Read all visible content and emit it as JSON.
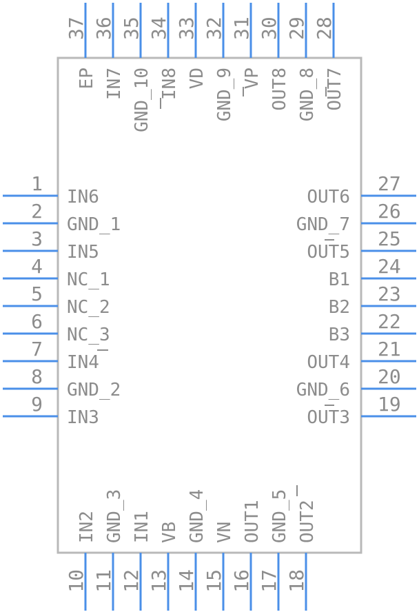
{
  "component": {
    "left_pins": [
      {
        "number": "1",
        "label": "IN6"
      },
      {
        "number": "2",
        "label": "GND_1"
      },
      {
        "number": "3",
        "label": "IN5"
      },
      {
        "number": "4",
        "label": "NC_1"
      },
      {
        "number": "5",
        "label": "NC_2"
      },
      {
        "number": "6",
        "label": "NC_3"
      },
      {
        "number": "7",
        "label": "IN4"
      },
      {
        "number": "8",
        "label": "GND_2"
      },
      {
        "number": "9",
        "label": "IN3"
      }
    ],
    "bottom_pins": [
      {
        "number": "10",
        "label": "IN2"
      },
      {
        "number": "11",
        "label": "GND_3"
      },
      {
        "number": "12",
        "label": "IN1"
      },
      {
        "number": "13",
        "label": "VB"
      },
      {
        "number": "14",
        "label": "GND_4"
      },
      {
        "number": "15",
        "label": "VN"
      },
      {
        "number": "16",
        "label": "OUT1"
      },
      {
        "number": "17",
        "label": "GND_5"
      },
      {
        "number": "18",
        "label": "OUT2"
      }
    ],
    "right_pins": [
      {
        "number": "19",
        "label": "OUT3"
      },
      {
        "number": "20",
        "label": "GND_6"
      },
      {
        "number": "21",
        "label": "OUT4"
      },
      {
        "number": "22",
        "label": "B3"
      },
      {
        "number": "23",
        "label": "B2"
      },
      {
        "number": "24",
        "label": "B1"
      },
      {
        "number": "25",
        "label": "OUT5"
      },
      {
        "number": "26",
        "label": "GND_7"
      },
      {
        "number": "27",
        "label": "OUT6"
      }
    ],
    "top_pins": [
      {
        "number": "28",
        "label": "OUT7"
      },
      {
        "number": "29",
        "label": "GND_8"
      },
      {
        "number": "30",
        "label": "OUT8"
      },
      {
        "number": "31",
        "label": "VP"
      },
      {
        "number": "32",
        "label": "GND_9"
      },
      {
        "number": "33",
        "label": "VD"
      },
      {
        "number": "34",
        "label": "IN8"
      },
      {
        "number": "35",
        "label": "GND_10"
      },
      {
        "number": "36",
        "label": "IN7"
      },
      {
        "number": "37",
        "label": "EP"
      }
    ]
  },
  "colors": {
    "pin": "#4a8fe8",
    "outline": "#b9b9b9",
    "text": "#8c8c8c"
  }
}
